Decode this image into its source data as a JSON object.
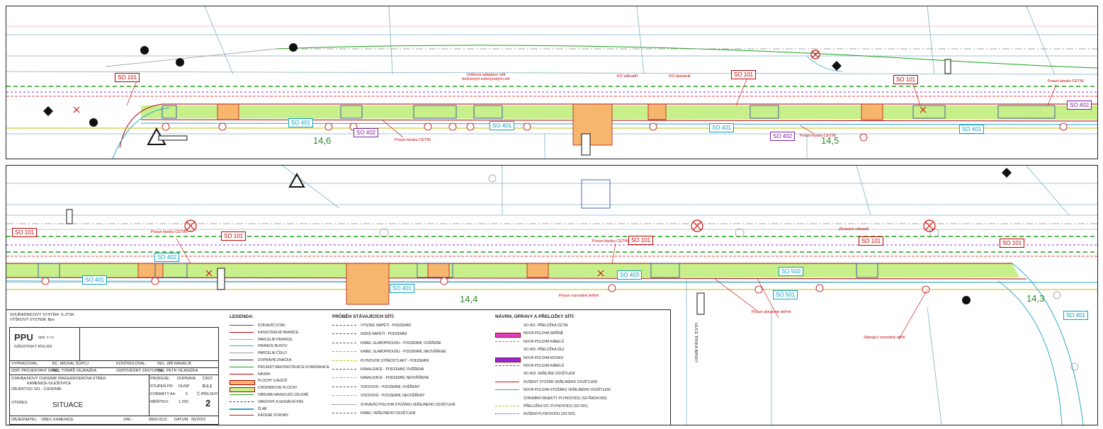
{
  "sheet": {
    "coordinate_system": "SOUŘADNICOVÝ SYSTÉM: S-JTSK",
    "height_system": "VÝŠKOVÝ SYSTÉM: Bpv"
  },
  "company": {
    "logo": "PPU",
    "suffix": "spol. s r.o.",
    "subtitle": "INŽENÝRSKÝ ATELIÉR"
  },
  "titleblock": {
    "author_label": "VYPRACOVAL:",
    "author": "BC. MICHAL ŠUPCJ",
    "control_label": "KONTROLOVAL:",
    "control": "ING. JIŘÍ MAHELÍK",
    "hip_label": "ODP. PROJEKTANT SPEC.:",
    "hip": "ING. TOMÁŠ VEJRAŽKA",
    "boss_label": "ODPOVĚDNÝ ZÁSTUPCE:",
    "boss": "ING. PETR VEJRAŽKA",
    "stavba_label": "STAVBA:",
    "stavba_1": "NOVÝ CHODNÍK RINGHOFFEROVA STŘED",
    "stavba_2": "KAMENICE-OLEŠOVICE",
    "objekt_label": "OBJEKT:",
    "objekt": "SO 101 - CHODNÍK",
    "vykres_label": "VÝKRES:",
    "vykres": "SITUACE",
    "profese_label": "PROFESE:",
    "profese": "DOPRAVA",
    "stupen_label": "STUPEŇ PD:",
    "stupen": "DUSP",
    "cast_label": "ČÁST",
    "cast": "D.1.1",
    "formaty_label": "FORMÁTY A4:",
    "formaty": "5",
    "cprilohy_label": "Č.PŘÍLOHY",
    "cprilohy": "2",
    "meritko_label": "MĚŘÍTKO:",
    "meritko": "1:200",
    "investor_label": "OBJEDNATEL:",
    "investor": "OBEC KAMENICE",
    "zak_label": "ZAK.:",
    "zak": "6803-0112",
    "datum_label": "DATUM:",
    "datum": "06/2023"
  },
  "legend": {
    "title": "LEGENDA:",
    "items": [
      "STÁVAJÍCÍ STAV",
      "KATASTRÁLNÍ HRANICE",
      "PARCELNÍ HRANICE",
      "HRANICE BUDOV",
      "PARCELNÍ ČÍSLO",
      "DOPRAVNÍ ZNAČKA",
      "PROJEKT REKONSTRUKCE KOMUNIKACE",
      "NÁVRH",
      "PLOCHY SJEZDŮ",
      "CHODNÍKOVÉ PLOCHY",
      "OBRUBA NAVAZUJÍCÍ ZELENĚ",
      "VAROVNÝ A SIGNÁLNÍ PÁS",
      "ŽLAB",
      "KÁCENÉ STROMY"
    ]
  },
  "networks": {
    "title": "PRŮBĚH STÁVAJÍCÍCH SÍTÍ:",
    "items": [
      "VYSOKÉ NAPĚTÍ - PODZEMNÍ",
      "NÍZKÉ NAPĚTÍ - PODZEMNÍ",
      "KABEL SLABOPROUDU - PODZEMNÍ, OVĚŘENÉ",
      "KABEL SLABOPROUDU - PODZEMNÍ, NEOVĚŘENÉ",
      "PLYNOVOD STŘEDOTLAKÝ - PODZEMNÍ",
      "KANALIZACE - PODZEMNÍ, OVĚŘENÁ",
      "KANALIZACE - PODZEMNÍ, NEOVĚŘENÁ",
      "VODOVOD - PODZEMNÍ, OVĚŘENÝ",
      "VODOVOD - PODZEMNÍ, NEOVĚŘENÝ",
      "STÁVAJÍCÍ POLOHA STOŽÁRU VEŘEJNÉHO OSVĚTLENÍ",
      "KABEL VEŘEJNÉHO OSVĚTLENÍ"
    ]
  },
  "proposals": {
    "title": "NÁVRH, ÚPRAVY A PŘELOŽKY SÍTÍ:",
    "items": [
      "SO 401: PŘELOŽKA CETIN",
      "NOVÁ POLOHA SKŘÍNĚ",
      "NOVÁ POLOHA KABELŮ",
      "SO 402: PŘELOŽKA CEZ",
      "NOVÁ POLOHA KIOSKU",
      "NOVÁ POLOHA KABELŮ",
      "SO 403: VEŘEJNÉ OSVĚTLENÍ",
      "RUŠENÝ STOŽÁR VEŘEJNÉHO OSVĚTLENÍ",
      "NOVÁ POLOHA STOŽÁRU VEŘEJNÉHO OSVĚTLENÍ",
      "STAVEBNÍ OBJEKTY PLYNOVODU (SO ŘADA 500):",
      "PŘELOŽKA STL PLYNOVODU (SO 501)",
      "RUŠENÍ PLYNOVODU (SO 502)"
    ]
  },
  "labels_top": {
    "so101_a": "SO 101",
    "so101_b": "SO 101",
    "so101_c": "SO 101",
    "so401_a": "SO 401",
    "so401_b": "SO 401",
    "so401_c": "SO 401",
    "so401_d": "SO 401",
    "so402_a": "SO 402",
    "so402_b": "SO 402",
    "so402_c": "SO 402",
    "km_a": "14,6",
    "km_b": "14,5",
    "note_a": "Výšková adaptace sítě dotčených inženýrských sítí",
    "note_b": "KO zábradlí",
    "note_c": "KO obrubník",
    "note_d": "Posun kiosku CETIN",
    "note_e": "Posun kiosku CETIN",
    "note_f": "Posun kiosku CETIN"
  },
  "labels_bottom": {
    "so101_a": "SO 101",
    "so101_b": "SO 101",
    "so101_c": "SO 101",
    "so101_d": "SO 101",
    "so101_e": "SO 101",
    "so402": "SO 402",
    "so401_a": "SO 401",
    "so401_b": "SO 401",
    "so401_c": "SO 401",
    "so403": "SO 403",
    "so501": "SO 501",
    "so502": "SO 502",
    "km_a": "14,4",
    "km_b": "14,3",
    "note_a": "Posun kiosku CETIN",
    "note_b": "Posun kiosku CETIN",
    "note_c": "Posun rozvodné skříně",
    "note_d": "Zkrácení zábradlí",
    "note_e": "Posun sloupové skříně",
    "note_f": "Stávající rozvodná skříň",
    "street": "ULICE TRNKA BRNKY"
  },
  "colors": {
    "walkway": "#c8f08a",
    "driveway": "#f6b66e",
    "road_edge": "#b00000",
    "water": "#2ca7c9",
    "gas": "#c8b900",
    "low_voltage": "#17a317",
    "comm": "#8a2be2"
  }
}
